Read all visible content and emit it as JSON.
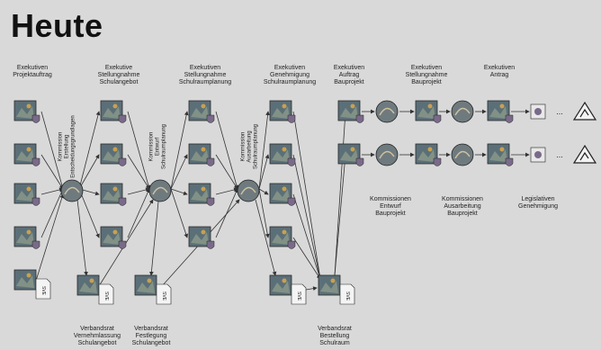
{
  "title": "Heute",
  "stages_top": [
    {
      "lines": [
        "Exekutiven",
        "Projektauftrag"
      ]
    },
    {
      "lines": [
        "Exekutive",
        "Stellungnahme",
        "Schulangebot"
      ]
    },
    {
      "lines": [
        "Exekutiven",
        "Stellungnahme",
        "Schulraumplanung"
      ]
    },
    {
      "lines": [
        "Exekutiven",
        "Genehmigung",
        "Schulraumplanung"
      ]
    },
    {
      "lines": [
        "Exekutiven",
        "Auftrag",
        "Bauprojekt"
      ]
    },
    {
      "lines": [
        "Exekutiven",
        "Stellungnahme",
        "Bauprojekt"
      ]
    },
    {
      "lines": [
        "Exekutiven",
        "Antrag"
      ]
    }
  ],
  "commissions_vertical": [
    {
      "lines": [
        "Kommission",
        "Erstellung",
        "Entscheidungsgrundlagen"
      ]
    },
    {
      "lines": [
        "Kommission",
        "Entwurf",
        "Schulraumplanung"
      ]
    },
    {
      "lines": [
        "Kommission",
        "Ausarbeitung",
        "Schulraumplanung"
      ]
    }
  ],
  "stages_bottom": [
    {
      "lines": [
        "Verbandsrat",
        "Vernehmlassung",
        "Schulangebot"
      ]
    },
    {
      "lines": [
        "Verbandsrat",
        "Festlegung",
        "Schulangebot"
      ]
    },
    {
      "lines": [
        "Verbandsrat",
        "Bestellung",
        "Schulraum"
      ]
    }
  ],
  "stages_right": [
    {
      "lines": [
        "Kommissionen",
        "Entwurf",
        "Bauprojekt"
      ]
    },
    {
      "lines": [
        "Kommissionen",
        "Ausarbeitung",
        "Bauprojekt"
      ]
    },
    {
      "lines": [
        "Legislativen",
        "Genehmigung"
      ]
    }
  ],
  "doc_label": "SVE",
  "ellipsis": "...",
  "colors": {
    "node_fill": "#5b6f78",
    "node_border": "#2a2a2a",
    "arrow": "#333333",
    "background": "#d9d9d9"
  }
}
